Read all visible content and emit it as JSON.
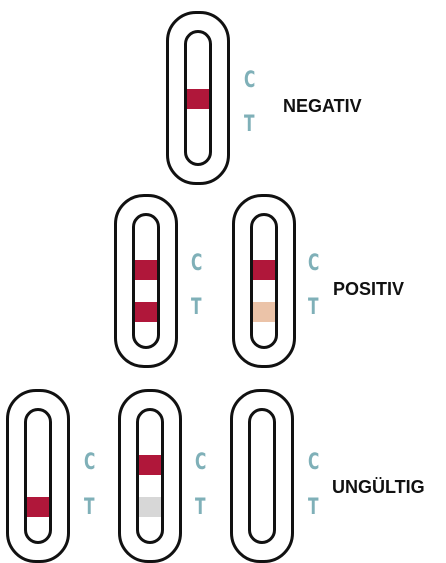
{
  "line_letters": {
    "control": "C",
    "test": "T"
  },
  "colors": {
    "strong_line": "#b0173a",
    "faint_line": "#ebc3a8",
    "grey_line": "#d7d7d7",
    "letter": "#7fb0b8",
    "outline": "#111111"
  },
  "rows": [
    {
      "label": "NEGATIV",
      "tests": [
        {
          "control_line": "strong",
          "test_line": "none"
        }
      ]
    },
    {
      "label": "POSITIV",
      "tests": [
        {
          "control_line": "strong",
          "test_line": "strong"
        },
        {
          "control_line": "strong",
          "test_line": "faint"
        }
      ]
    },
    {
      "label": "UNGÜLTIG",
      "tests": [
        {
          "control_line": "none",
          "test_line": "strong"
        },
        {
          "control_line": "strong",
          "test_line": "grey"
        },
        {
          "control_line": "none",
          "test_line": "none"
        }
      ]
    }
  ]
}
